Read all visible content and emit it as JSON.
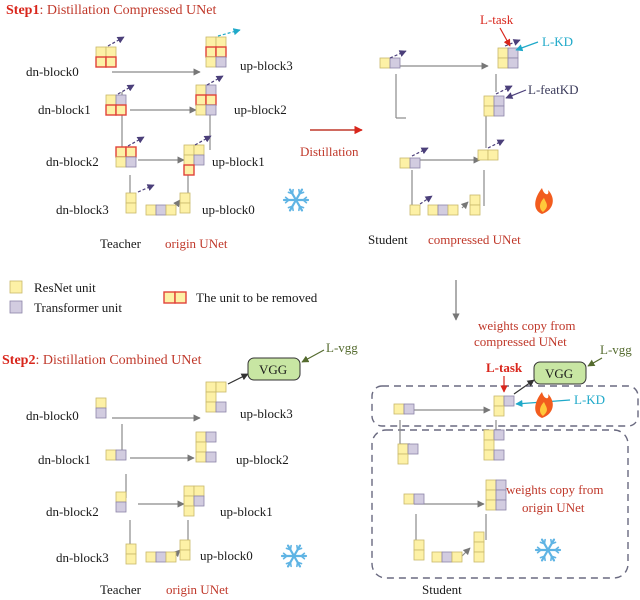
{
  "step1": {
    "prefix": "Step1",
    "rest": ": Distillation Compressed UNet"
  },
  "step2": {
    "prefix": "Step2",
    "rest": ": Distillation Combined UNet"
  },
  "blocks": {
    "dn0": "dn-block0",
    "dn1": "dn-block1",
    "dn2": "dn-block2",
    "dn3": "dn-block3",
    "up0": "up-block0",
    "up1": "up-block1",
    "up2": "up-block2",
    "up3": "up-block3"
  },
  "labels": {
    "teacher": "Teacher",
    "origin_unet": "origin UNet",
    "student": "Student",
    "compressed_unet": "compressed UNet",
    "distillation": "Distillation",
    "l_task": "L-task",
    "l_kd": "L-KD",
    "l_featkd": "L-featKD",
    "l_vgg": "L-vgg",
    "vgg": "VGG",
    "weights_copy_compressed_1": "weights copy from",
    "weights_copy_compressed_2": "compressed UNet",
    "weights_copy_origin_1": "weights copy from",
    "weights_copy_origin_2": "origin UNet"
  },
  "legend": {
    "resnet": "ResNet unit",
    "transformer": "Transformer unit",
    "removed": "The unit to be removed"
  },
  "colors": {
    "resnet": "#fdf1a6",
    "transformer": "#d2cce0",
    "removed_border": "#e0433a",
    "accent_red": "#c0392b",
    "kd_cyan": "#1fa9c9",
    "vgg_green": "#c8e6a3"
  }
}
